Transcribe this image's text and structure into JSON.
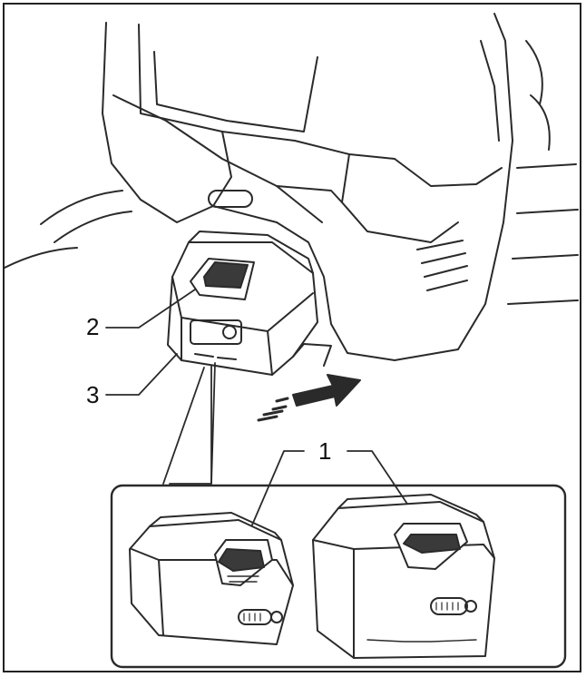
{
  "callouts": {
    "one": "1",
    "two": "2",
    "three": "3"
  },
  "colors": {
    "stroke": "#2a2a2a",
    "frame": "#222222",
    "fill_light": "#ffffff",
    "fill_dark": "#3a3a3a"
  }
}
